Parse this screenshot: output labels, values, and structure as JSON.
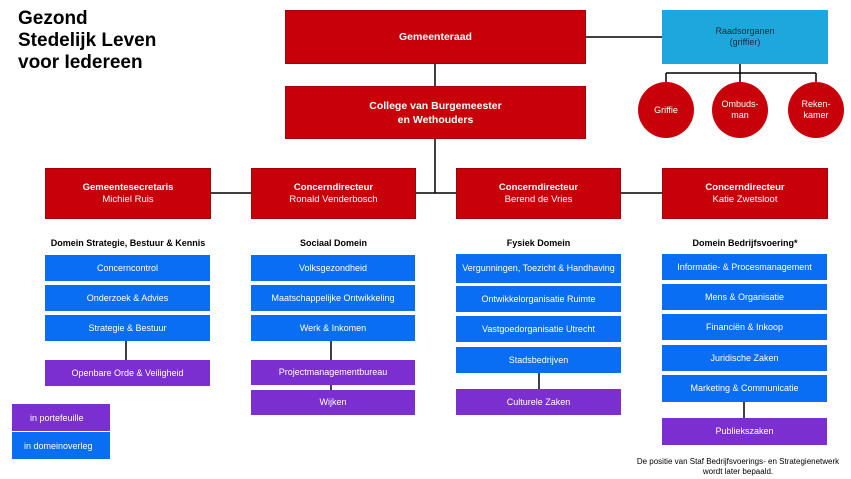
{
  "title": {
    "line1": "Gezond",
    "line2": "Stedelijk Leven",
    "line3": "voor Iedereen"
  },
  "top": {
    "council": "Gemeenteraad",
    "council_bodies": {
      "line1": "Raadsorganen",
      "line2": "(griffier)"
    },
    "circles": [
      "Griffie",
      "Ombuds-\nman",
      "Reken-\nkamer"
    ],
    "college": {
      "line1": "College van Burgemeester",
      "line2": "en Wethouders"
    }
  },
  "columns": [
    {
      "role": "Gemeentesecretaris",
      "person": "Michiel Ruis",
      "domain": "Domein Strategie, Bestuur & Kennis",
      "blue": [
        "Concerncontrol",
        "Onderzoek & Advies",
        "Strategie & Bestuur"
      ],
      "purple": [
        "Openbare Orde & Veiligheid"
      ]
    },
    {
      "role": "Concerndirecteur",
      "person": "Ronald Venderbosch",
      "domain": "Sociaal Domein",
      "blue": [
        "Volksgezondheid",
        "Maatschappelijke Ontwikkeling",
        "Werk & Inkomen"
      ],
      "purple": [
        "Projectmanagementbureau",
        "Wijken"
      ]
    },
    {
      "role": "Concerndirecteur",
      "person": "Berend de Vries",
      "domain": "Fysiek Domein",
      "blue": [
        "Vergunningen, Toezicht & Handhaving",
        "Ontwikkelorganisatie Ruimte",
        "Vastgoedorganisatie Utrecht",
        "Stadsbedrijven"
      ],
      "purple": [
        "Culturele Zaken"
      ]
    },
    {
      "role": "Concerndirecteur",
      "person": "Katie Zwetsloot",
      "domain": "Domein Bedrijfsvoering*",
      "blue": [
        "Informatie- & Procesmanagement",
        "Mens & Organisatie",
        "Financiën & Inkoop",
        "Juridische Zaken",
        "Marketing & Communicatie"
      ],
      "purple": [
        "Publiekszaken"
      ]
    }
  ],
  "legend": {
    "purple": "in portefeuille",
    "blue": "in domeinoverleg"
  },
  "footnote": {
    "line1": "De positie van Staf Bedrijfsvoerings- en Strategienetwerk",
    "line2": "wordt later bepaald."
  },
  "colors": {
    "red": "#c8000a",
    "cyan": "#1ea7dc",
    "blue": "#0a6ef5",
    "purple": "#7b2fd0"
  }
}
